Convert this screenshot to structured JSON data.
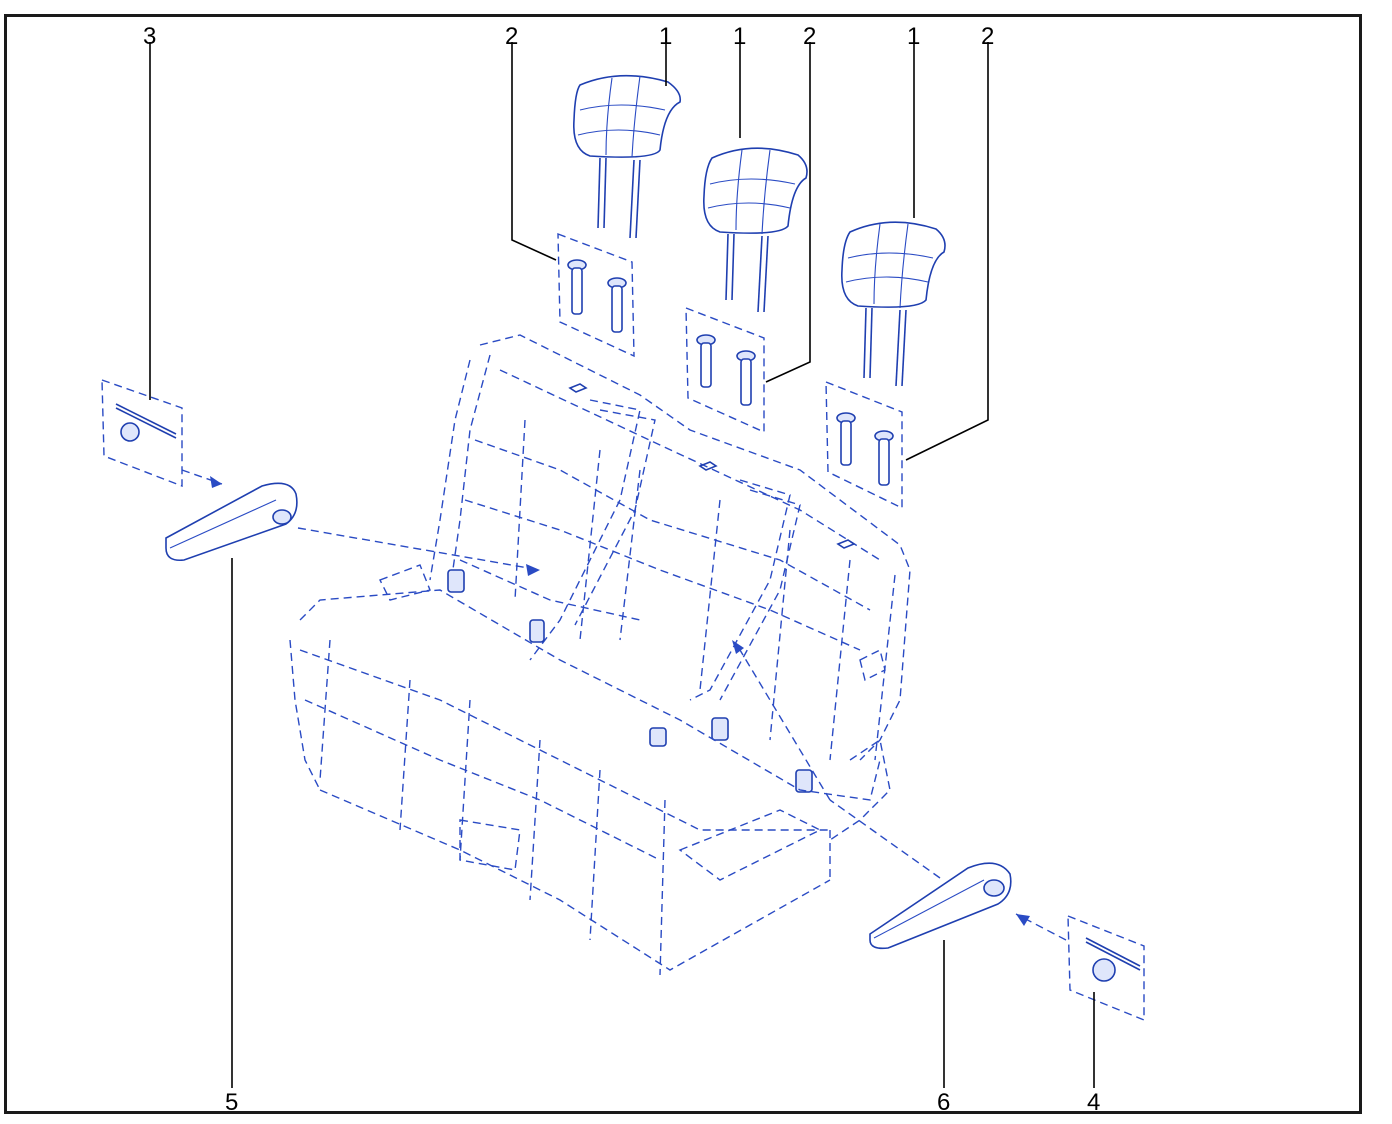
{
  "diagram": {
    "colors": {
      "frame": "#1a1a1a",
      "parts": "#1f3fb0",
      "labels": "#000000"
    },
    "callouts": {
      "c3": "3",
      "c2a": "2",
      "c1a": "1",
      "c1b": "1",
      "c2b": "2",
      "c1c": "1",
      "c2c": "2",
      "c5": "5",
      "c6": "6",
      "c4": "4"
    }
  }
}
